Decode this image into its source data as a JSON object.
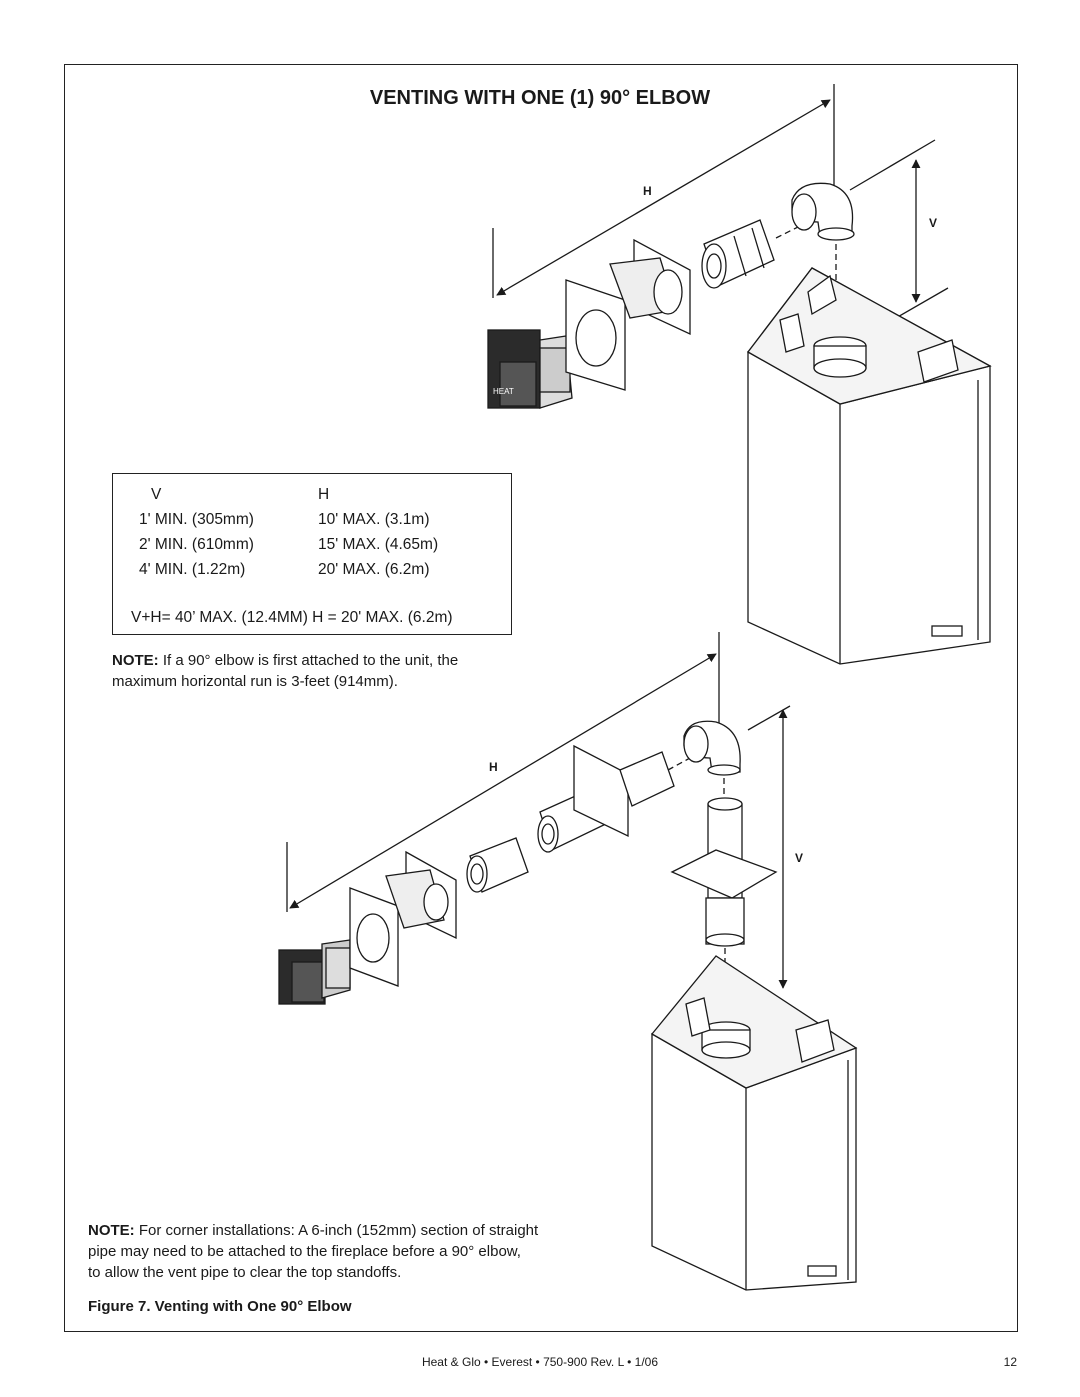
{
  "title": "VENTING WITH ONE (1) 90° ELBOW",
  "diagram_labels": {
    "top_h": "H",
    "top_v": "V",
    "bottom_h": "H",
    "bottom_v": "V",
    "brand_mark": "HEAT"
  },
  "spec_table": {
    "header_v": "V",
    "header_h": "H",
    "rows": [
      {
        "v": "1' MIN. (305mm)",
        "h": "10' MAX.  (3.1m)"
      },
      {
        "v": "2' MIN. (610mm)",
        "h": "15' MAX.  (4.65m)"
      },
      {
        "v": "4' MIN. (1.22m)",
        "h": "20' MAX.  (6.2m)"
      }
    ],
    "total": "V+H= 40’ MAX. (12.4MM)  H = 20' MAX.  (6.2m)"
  },
  "note1": {
    "label": "NOTE:",
    "line1": " If a 90° elbow is first attached to the unit, the",
    "line2": "maximum horizontal run is 3-feet (914mm)."
  },
  "note2": {
    "label": "NOTE:",
    "line1": " For corner installations: A 6-inch (152mm) section of straight",
    "line2": "pipe may need to be attached to the fireplace before a 90° elbow,",
    "line3": "to allow the vent pipe to clear the top standoffs."
  },
  "caption": "Figure 7.   Venting with One 90° Elbow",
  "footer": "Heat & Glo  •  Everest  •  750-900  Rev. L  •  1/06",
  "page_number": "12"
}
